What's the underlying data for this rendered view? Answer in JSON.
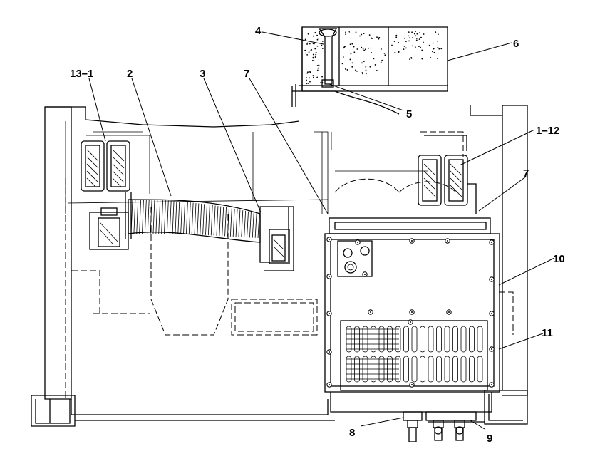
{
  "figure": {
    "callouts": [
      {
        "id": "c13-1",
        "label": "13–1"
      },
      {
        "id": "c2",
        "label": "2"
      },
      {
        "id": "c3",
        "label": "3"
      },
      {
        "id": "c7a",
        "label": "7"
      },
      {
        "id": "c4",
        "label": "4"
      },
      {
        "id": "c6",
        "label": "6"
      },
      {
        "id": "c5",
        "label": "5"
      },
      {
        "id": "c1-12",
        "label": "1–12"
      },
      {
        "id": "c7b",
        "label": "7"
      },
      {
        "id": "c10",
        "label": "10"
      },
      {
        "id": "c11",
        "label": "11"
      },
      {
        "id": "c8",
        "label": "8"
      },
      {
        "id": "c9",
        "label": "9"
      }
    ]
  }
}
